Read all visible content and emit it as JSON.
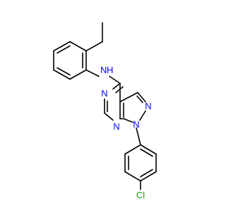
{
  "molecule": {
    "atoms": {
      "nh": "N",
      "h": "H",
      "n_pyrimidine_left": "N",
      "n_pyrimidine_bottom": "N",
      "n_pyrazole_top": "N",
      "n_pyrazole_bottom": "N",
      "cl": "Cl"
    },
    "colors": {
      "bond": "#000000",
      "nitrogen": "#0000ff",
      "chlorine": "#00aa00"
    }
  }
}
